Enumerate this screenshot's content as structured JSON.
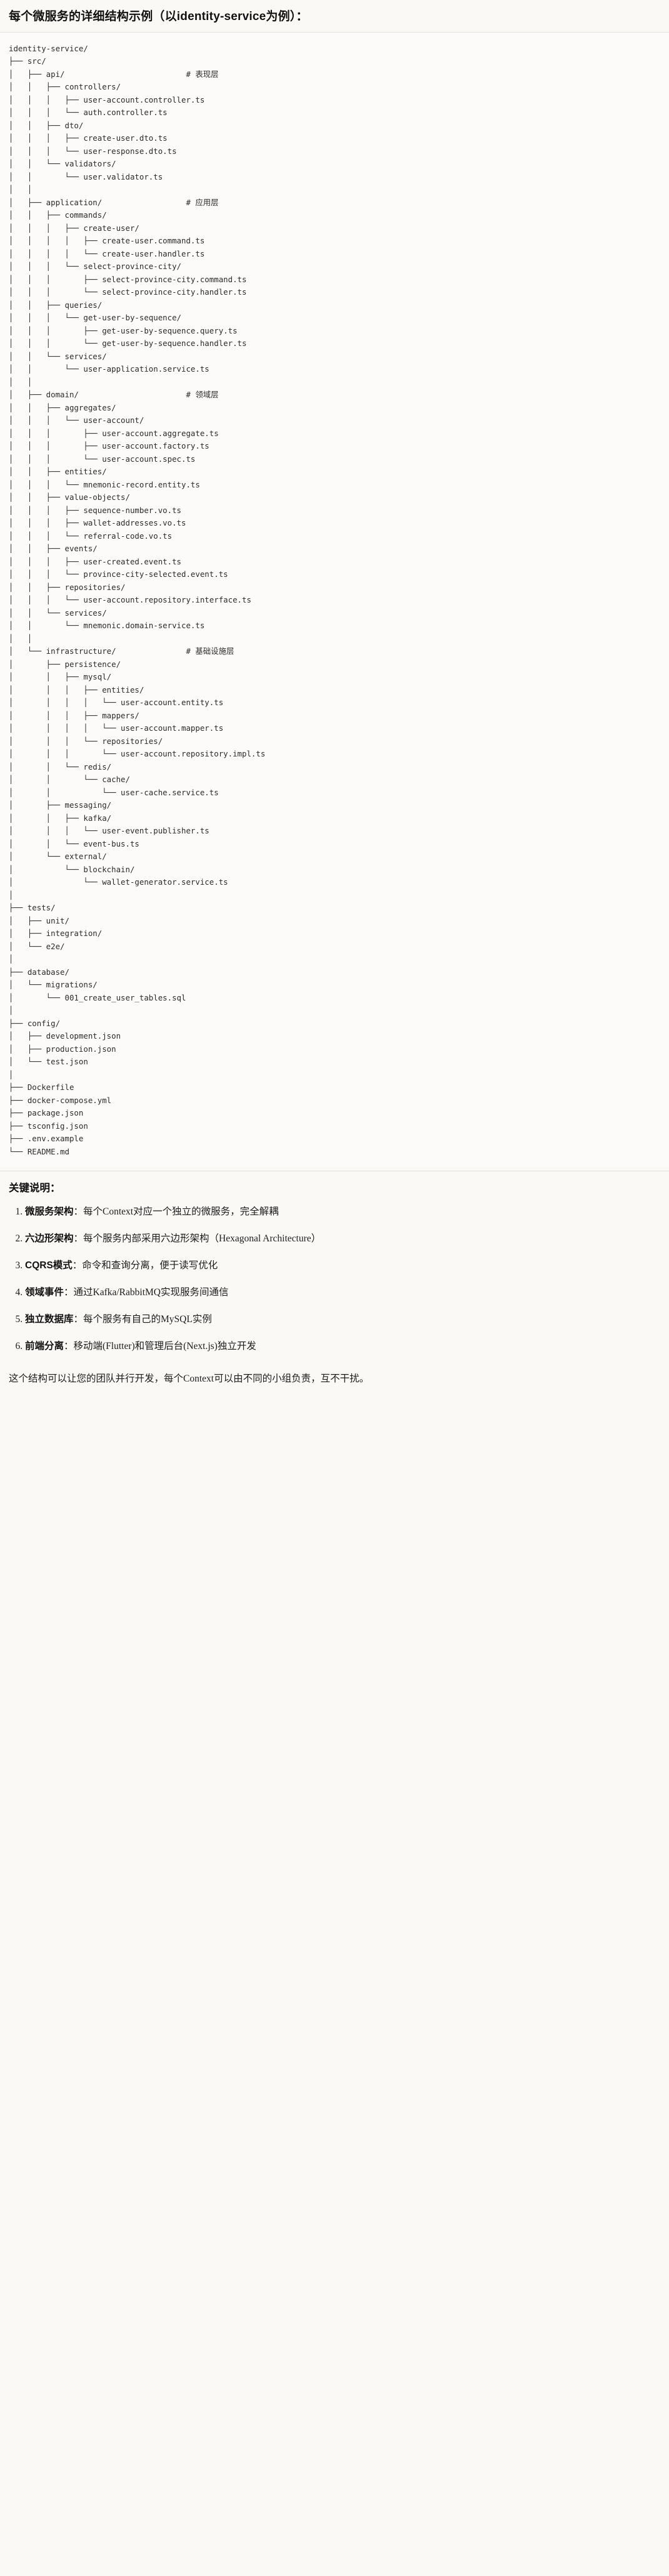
{
  "document": {
    "title": "每个微服务的详细结构示例（以identity-service为例）：",
    "tree_root": "identity-service/",
    "tree_lines": [
      "identity-service/",
      "├── src/",
      "│   ├── api/                          # 表现层",
      "│   │   ├── controllers/",
      "│   │   │   ├── user-account.controller.ts",
      "│   │   │   └── auth.controller.ts",
      "│   │   ├── dto/",
      "│   │   │   ├── create-user.dto.ts",
      "│   │   │   └── user-response.dto.ts",
      "│   │   └── validators/",
      "│   │       └── user.validator.ts",
      "│   │",
      "│   ├── application/                  # 应用层",
      "│   │   ├── commands/",
      "│   │   │   ├── create-user/",
      "│   │   │   │   ├── create-user.command.ts",
      "│   │   │   │   └── create-user.handler.ts",
      "│   │   │   └── select-province-city/",
      "│   │   │       ├── select-province-city.command.ts",
      "│   │   │       └── select-province-city.handler.ts",
      "│   │   ├── queries/",
      "│   │   │   └── get-user-by-sequence/",
      "│   │   │       ├── get-user-by-sequence.query.ts",
      "│   │   │       └── get-user-by-sequence.handler.ts",
      "│   │   └── services/",
      "│   │       └── user-application.service.ts",
      "│   │",
      "│   ├── domain/                       # 领域层",
      "│   │   ├── aggregates/",
      "│   │   │   └── user-account/",
      "│   │   │       ├── user-account.aggregate.ts",
      "│   │   │       ├── user-account.factory.ts",
      "│   │   │       └── user-account.spec.ts",
      "│   │   ├── entities/",
      "│   │   │   └── mnemonic-record.entity.ts",
      "│   │   ├── value-objects/",
      "│   │   │   ├── sequence-number.vo.ts",
      "│   │   │   ├── wallet-addresses.vo.ts",
      "│   │   │   └── referral-code.vo.ts",
      "│   │   ├── events/",
      "│   │   │   ├── user-created.event.ts",
      "│   │   │   └── province-city-selected.event.ts",
      "│   │   ├── repositories/",
      "│   │   │   └── user-account.repository.interface.ts",
      "│   │   └── services/",
      "│   │       └── mnemonic.domain-service.ts",
      "│   │",
      "│   └── infrastructure/               # 基础设施层",
      "│       ├── persistence/",
      "│       │   ├── mysql/",
      "│       │   │   ├── entities/",
      "│       │   │   │   └── user-account.entity.ts",
      "│       │   │   ├── mappers/",
      "│       │   │   │   └── user-account.mapper.ts",
      "│       │   │   └── repositories/",
      "│       │   │       └── user-account.repository.impl.ts",
      "│       │   └── redis/",
      "│       │       └── cache/",
      "│       │           └── user-cache.service.ts",
      "│       ├── messaging/",
      "│       │   ├── kafka/",
      "│       │   │   └── user-event.publisher.ts",
      "│       │   └── event-bus.ts",
      "│       └── external/",
      "│           └── blockchain/",
      "│               └── wallet-generator.service.ts",
      "│",
      "├── tests/",
      "│   ├── unit/",
      "│   ├── integration/",
      "│   └── e2e/",
      "│",
      "├── database/",
      "│   └── migrations/",
      "│       └── 001_create_user_tables.sql",
      "│",
      "├── config/",
      "│   ├── development.json",
      "│   ├── production.json",
      "│   └── test.json",
      "│",
      "├── Dockerfile",
      "├── docker-compose.yml",
      "├── package.json",
      "├── tsconfig.json",
      "├── .env.example",
      "└── README.md"
    ],
    "notes_title": "关键说明：",
    "notes": [
      {
        "term": "微服务架构",
        "desc": "：每个Context对应一个独立的微服务，完全解耦"
      },
      {
        "term": "六边形架构",
        "desc": "：每个服务内部采用六边形架构（Hexagonal Architecture）"
      },
      {
        "term": "CQRS模式",
        "desc": "：命令和查询分离，便于读写优化"
      },
      {
        "term": "领域事件",
        "desc": "：通过Kafka/RabbitMQ实现服务间通信"
      },
      {
        "term": "独立数据库",
        "desc": "：每个服务有自己的MySQL实例"
      },
      {
        "term": "前端分离",
        "desc": "：移动端(Flutter)和管理后台(Next.js)独立开发"
      }
    ],
    "closing": "这个结构可以让您的团队并行开发，每个Context可以由不同的小组负责，互不干扰。"
  },
  "colors": {
    "background": "#faf9f6",
    "code_background": "#fcfbf9",
    "text": "#1c1c1c",
    "code_text": "#2b2b2b",
    "divider": "#e3e1dc"
  }
}
